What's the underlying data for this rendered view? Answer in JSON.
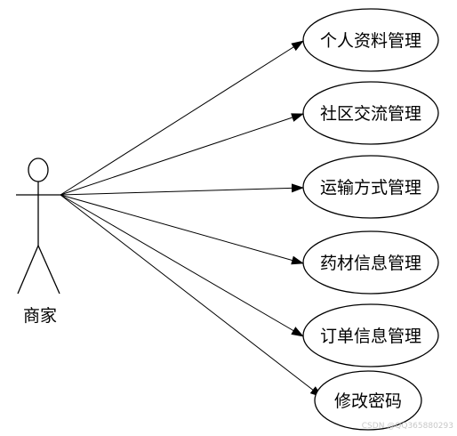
{
  "actor": {
    "label": "商家"
  },
  "use_cases": [
    {
      "label": "个人资料管理"
    },
    {
      "label": "社区交流管理"
    },
    {
      "label": "运输方式管理"
    },
    {
      "label": "药材信息管理"
    },
    {
      "label": "订单信息管理"
    },
    {
      "label": "修改密码"
    }
  ],
  "watermark": "CSDN @QQ365880293",
  "colors": {
    "stroke": "#000000",
    "background": "#ffffff",
    "watermark": "#c8c8c8"
  }
}
